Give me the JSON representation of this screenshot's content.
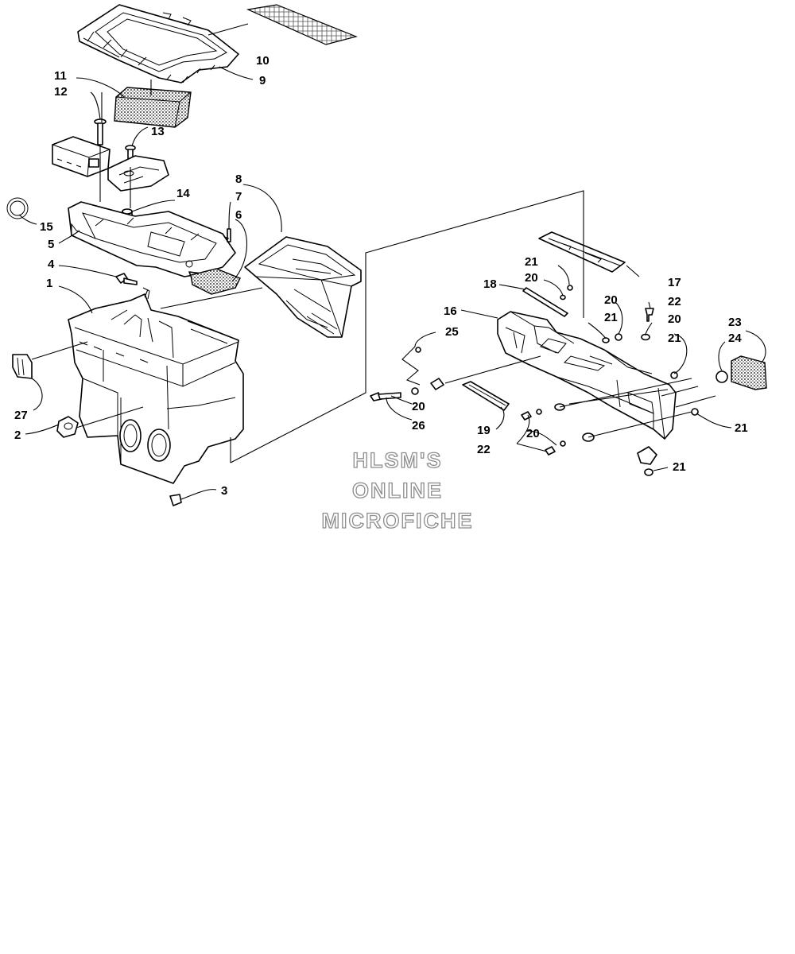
{
  "watermark": {
    "line1": "HLSM'S",
    "line2": "ONLINE",
    "line3": "MICROFICHE"
  },
  "callouts": {
    "c1": "1",
    "c2": "2",
    "c3": "3",
    "c4": "4",
    "c5": "5",
    "c6": "6",
    "c7": "7",
    "c8": "8",
    "c9": "9",
    "c10": "10",
    "c11": "11",
    "c12": "12",
    "c13": "13",
    "c14": "14",
    "c15": "15",
    "c16": "16",
    "c17": "17",
    "c18": "18",
    "c19": "19",
    "c20a": "20",
    "c20b": "20",
    "c20c": "20",
    "c20d": "20",
    "c20e": "20",
    "c21a": "21",
    "c21b": "21",
    "c21c": "21",
    "c21d": "21",
    "c21e": "21",
    "c22a": "22",
    "c22b": "22",
    "c23": "23",
    "c24": "24",
    "c25": "25",
    "c26": "26",
    "c27": "27"
  }
}
